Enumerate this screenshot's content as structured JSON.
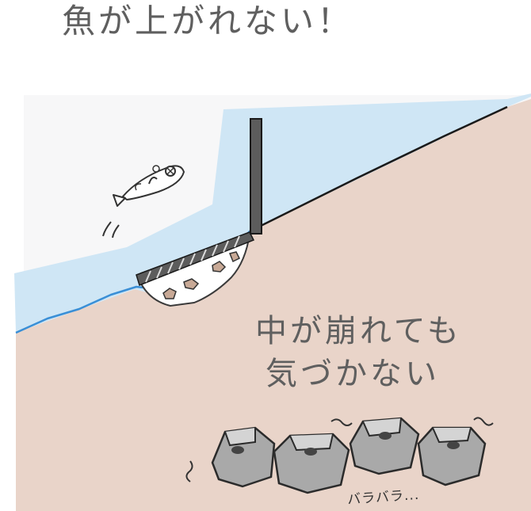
{
  "illustration": {
    "title": "魚が上がれない！",
    "message_line1": "中が崩れても",
    "message_line2": "気づかない",
    "sound_effect": "バラバラ...",
    "colors": {
      "water": "#cfe6f5",
      "water_edge": "#3a8fd6",
      "ground": "#e9d4c9",
      "pile": "#5c5c5c",
      "block": "#a9a9a9",
      "text": "#5f5f5f"
    }
  }
}
